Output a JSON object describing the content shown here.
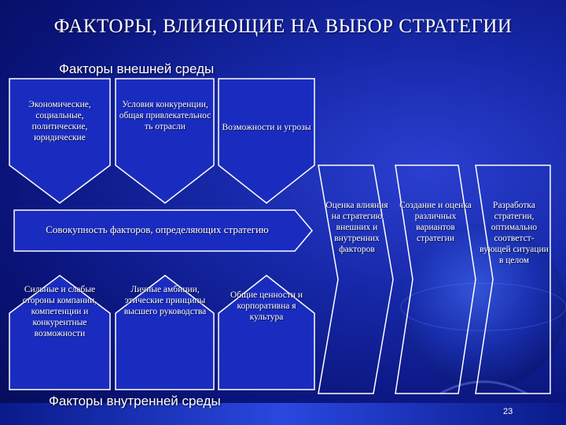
{
  "title": "ФАКТОРЫ, ВЛИЯЮЩИЕ НА ВЫБОР СТРАТЕГИИ",
  "external_section": "Факторы внешней среды",
  "internal_section": "Факторы внутренней среды",
  "external_factors": [
    "Экономические, социальные, политические, юридические",
    "Условия конкуренции, общая привлекательнос ть отрасли",
    "Возможности и угрозы"
  ],
  "aggregate": "Совокупность факторов, определяющих стратегию",
  "internal_factors": [
    "Сильные и слабые стороны компании, компетенции и конкурентные возможности",
    "Личные амбиции, этические принципы высшего руководства",
    "Общие ценности и корпоративна я культура"
  ],
  "steps": [
    "Оценка влияния на стратегию внешних и внутренних факторов",
    "Создание и оценка различных вариантов стратегии",
    "Разработка стратегии, оптимально соответст- вующей ситуации в целом"
  ],
  "page_number": "23",
  "colors": {
    "box_fill": "#1a2cc0",
    "outline": "#ffffff",
    "background": "#0a147a"
  }
}
